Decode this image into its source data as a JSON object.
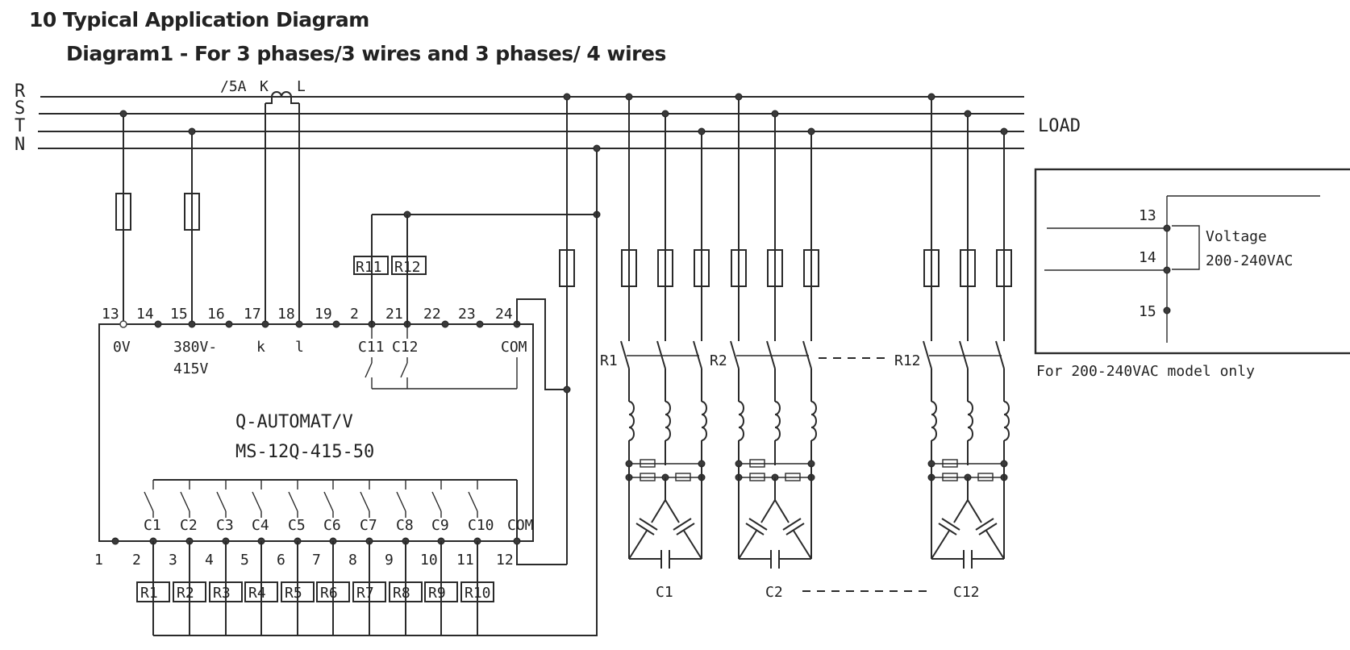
{
  "header": {
    "section_title": "10 Typical Application Diagram",
    "diagram_title": "Diagram1 - For 3 phases/3 wires and 3 phases/ 4 wires"
  },
  "lines": {
    "phases": [
      "R",
      "S",
      "T",
      "N"
    ],
    "load_label": "LOAD"
  },
  "ct": {
    "ratio_label": "/5A",
    "k_label": "K",
    "l_label": "L"
  },
  "controller": {
    "model_line1": "Q-AUTOMAT/V",
    "model_line2": "MS-12Q-415-50",
    "top_terminals": [
      "13",
      "14",
      "15",
      "16",
      "17",
      "18",
      "19",
      "2",
      "21",
      "22",
      "23",
      "24"
    ],
    "top_function_labels": {
      "t13": "0V",
      "t15_line1": "380V-",
      "t15_line2": "415V",
      "t17": "k",
      "t18": "l",
      "t20": "C11",
      "t21": "C12",
      "t24": "COM"
    },
    "bottom_terminals": [
      "1",
      "2",
      "3",
      "4",
      "5",
      "6",
      "7",
      "8",
      "9",
      "10",
      "11",
      "12"
    ],
    "bottom_contacts": [
      "C1",
      "C2",
      "C3",
      "C4",
      "C5",
      "C6",
      "C7",
      "C8",
      "C9",
      "C10",
      "COM"
    ]
  },
  "relays": {
    "bottom": [
      "R1",
      "R2",
      "R3",
      "R4",
      "R5",
      "R6",
      "R7",
      "R8",
      "R9",
      "R10"
    ],
    "top": [
      "R11",
      "R12"
    ]
  },
  "steps": [
    {
      "contactor": "R1",
      "capacitor": "C1"
    },
    {
      "contactor": "R2",
      "capacitor": "C2"
    },
    {
      "contactor": "R12",
      "capacitor": "C12"
    }
  ],
  "inset": {
    "terminals": [
      "13",
      "14",
      "15"
    ],
    "voltage_label": "Voltage",
    "voltage_range": "200-240VAC",
    "caption": "For 200-240VAC model only"
  }
}
